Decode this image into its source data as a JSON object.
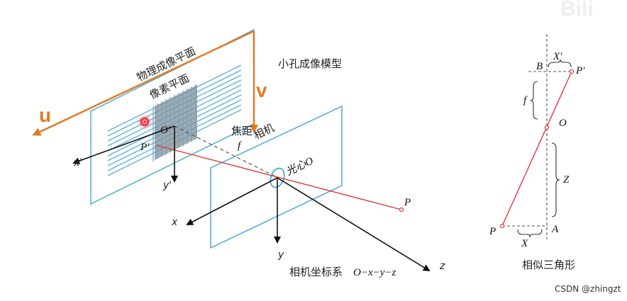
{
  "title": "小孔成像模型",
  "labels": {
    "physical_plane": "物理成像平面",
    "pixel_plane": "像素平面",
    "u": "u",
    "v": "v",
    "focal_length": "焦距",
    "f": "f",
    "camera": "相机",
    "optical_center": "光心O",
    "o_prime": "O'",
    "p_prime": "P'",
    "p": "P",
    "x_prime": "x'",
    "y_prime": "y'",
    "x": "x",
    "y": "y",
    "z": "z",
    "camera_coord": "相机坐标系",
    "camera_coord_formula": "O−x−y−z"
  },
  "triangle": {
    "B": "B",
    "X_prime": "X'",
    "P_prime": "P'",
    "f": "f",
    "O": "O",
    "Z": "Z",
    "P": "P",
    "A": "A",
    "X": "X",
    "caption": "相似三角形"
  },
  "watermark": "CSDN @zhingzt",
  "logo_text": "Bili",
  "colors": {
    "plane": "#5aaed8",
    "orange": "#e07b24",
    "ray": "#e0383c",
    "axis": "#111111",
    "dashed": "#555555"
  }
}
